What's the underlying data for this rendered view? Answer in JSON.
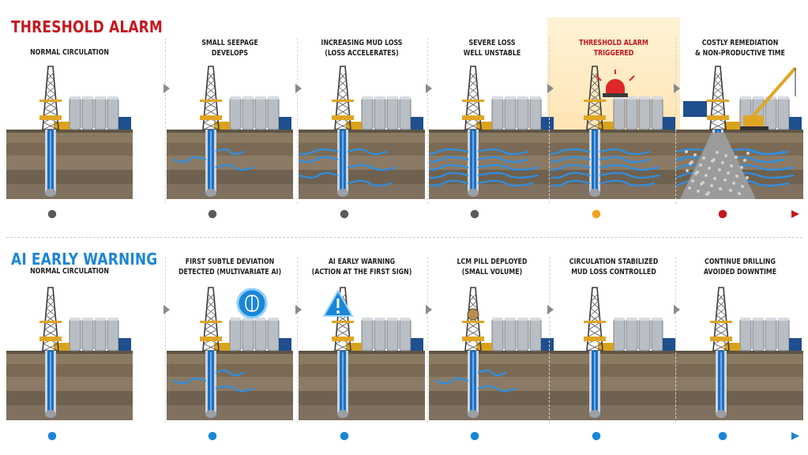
{
  "sections": [
    {
      "title": "THRESHOLD ALARM",
      "color": "#c8161d",
      "stages": [
        {
          "lines": [
            "NORMAL CIRCULATION"
          ],
          "loss": 0,
          "highlight": false
        },
        {
          "lines": [
            "SMALL SEEPAGE",
            "DEVELOPS"
          ],
          "loss": 1,
          "highlight": false
        },
        {
          "lines": [
            "INCREASING MUD LOSS",
            "(LOSS ACCELERATES)"
          ],
          "loss": 2,
          "highlight": false
        },
        {
          "lines": [
            "SEVERE LOSS",
            "WELL UNSTABLE"
          ],
          "loss": 3,
          "highlight": false
        },
        {
          "lines": [
            "THRESHOLD ALARM",
            "TRIGGERED"
          ],
          "loss": 3,
          "highlight": true,
          "icon": "alarm-siren-icon"
        },
        {
          "lines": [
            "COSTLY REMEDIATION",
            "& NON-PRODUCTIVE TIME"
          ],
          "loss": 4,
          "highlight": false,
          "icon": "crane-icon"
        }
      ],
      "timeline": {
        "nodes": [
          "#5a5a5a",
          "#5a5a5a",
          "#5a5a5a",
          "#5a5a5a",
          "#f2a21b",
          "#c8161d"
        ],
        "line_from": "#8a8a8a",
        "line_to": "#c8161d"
      }
    },
    {
      "title": "AI EARLY WARNING",
      "color": "#1a86d6",
      "stages": [
        {
          "lines": [
            "NORMAL CIRCULATION"
          ],
          "loss": 0,
          "highlight": false
        },
        {
          "lines": [
            "FIRST SUBTLE DEVIATION",
            "DETECTED (MULTIVARIATE AI)"
          ],
          "loss": 1,
          "highlight": false,
          "icon": "ai-brain-icon"
        },
        {
          "lines": [
            "AI EARLY WARNING",
            "(ACTION AT THE FIRST SIGN)"
          ],
          "loss": 0,
          "highlight": false,
          "icon": "warning-triangle-icon"
        },
        {
          "lines": [
            "LCM PILL DEPLOYED",
            "(SMALL VOLUME)"
          ],
          "loss": 1,
          "highlight": false,
          "icon": "lcm-pill-icon"
        },
        {
          "lines": [
            "CIRCULATION STABILIZED",
            "MUD LOSS CONTROLLED"
          ],
          "loss": 0,
          "highlight": false
        },
        {
          "lines": [
            "CONTINUE DRILLING",
            "AVOIDED DOWNTIME"
          ],
          "loss": 0,
          "highlight": false
        }
      ],
      "timeline": {
        "nodes": [
          "#1a86d6",
          "#1a86d6",
          "#1a86d6",
          "#1a86d6",
          "#1a86d6",
          "#1a86d6"
        ],
        "line_from": "#1a86d6",
        "line_to": "#1a86d6"
      }
    }
  ]
}
